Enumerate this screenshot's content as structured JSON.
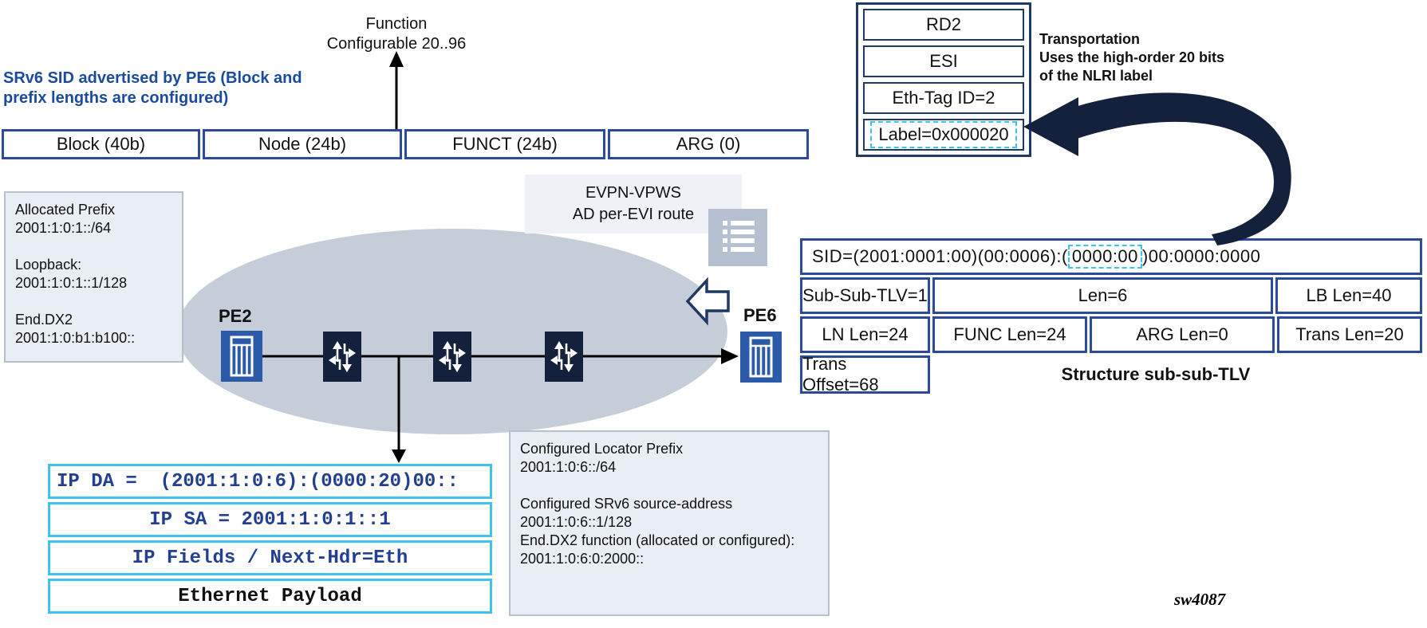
{
  "colors": {
    "table_border": "#2b4a9b",
    "dark_navy": "#1f3864",
    "cyan_accent": "#3cc3f0",
    "heading_blue": "#1b4a9f",
    "mono_navy": "#233f8f",
    "node_blue": "#2b5ba8",
    "icon_navy": "#14213c",
    "ellipse_gray": "#c5cdd8",
    "box_bg": "#e9eef4"
  },
  "captions": {
    "sid_advert_line1": "SRv6 SID advertised by PE6 (Block and",
    "sid_advert_line2": "prefix lengths are configured)",
    "function_line1": "Function",
    "function_line2": "Configurable 20..96",
    "transport_line1": "Transportation",
    "transport_line2": "Uses the high-order 20 bits",
    "transport_line3": "of the NLRI label",
    "structure_caption": "Structure sub-sub-TLV",
    "figure_id": "sw4087"
  },
  "sid_fields": {
    "cells": [
      "Block (40b)",
      "Node (24b)",
      "FUNCT (24b)",
      "ARG (0)"
    ]
  },
  "nlri_route": {
    "rows": [
      "RD2",
      "ESI",
      "Eth-Tag ID=2"
    ],
    "label": "Label=0x000020"
  },
  "topology": {
    "pe_left": "PE2",
    "pe_right": "PE6",
    "cloud_label_line1": "EVPN-VPWS",
    "cloud_label_line2": "AD per-EVI route"
  },
  "allocated_box": {
    "lines": [
      "Allocated Prefix",
      "2001:1:0:1::/64",
      "",
      "Loopback:",
      "2001:1:0:1::1/128",
      "",
      "End.DX2",
      "2001:1:0:b1:b100::"
    ]
  },
  "sid_structure": {
    "sid_prefix": "SID=(2001:0001:00)(00:0006):(",
    "sid_highlight": "0000:00",
    "sid_suffix": ")00:0000:0000",
    "row2": [
      "Sub-Sub-TLV=1",
      "Len=6",
      "LB Len=40"
    ],
    "row3": [
      "LN Len=24",
      "FUNC Len=24",
      "ARG Len=0",
      "Trans Len=20"
    ],
    "row4": "Trans Offset=68"
  },
  "packet": {
    "rows": [
      "IP DA =  (2001:1:0:6):(0000:20)00::",
      "IP SA = 2001:1:0:1::1",
      "IP Fields / Next-Hdr=Eth",
      "Ethernet Payload"
    ]
  },
  "locator_box": {
    "lines": [
      "Configured Locator Prefix",
      "2001:1:0:6::/64",
      "",
      "Configured SRv6 source-address",
      "2001:1:0:6::1/128",
      "End.DX2 function (allocated or configured):",
      "2001:1:0:6:0:2000::"
    ]
  }
}
